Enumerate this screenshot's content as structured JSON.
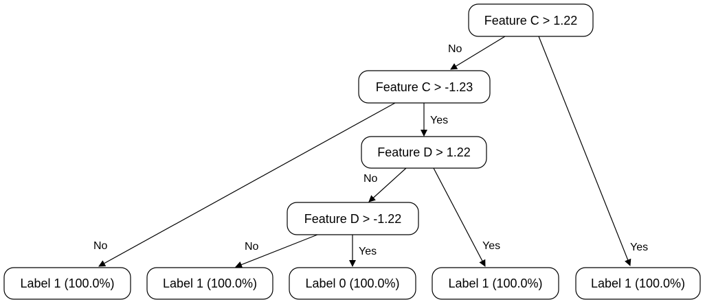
{
  "nodes": [
    {
      "id": "n0",
      "label": "Feature C > 1.22"
    },
    {
      "id": "n1",
      "label": "Feature C > -1.23"
    },
    {
      "id": "n2",
      "label": "Feature D > 1.22"
    },
    {
      "id": "n3",
      "label": "Feature D > -1.22"
    },
    {
      "id": "l1",
      "label": "Label 1 (100.0%)"
    },
    {
      "id": "l2",
      "label": "Label 1 (100.0%)"
    },
    {
      "id": "l3",
      "label": "Label 0 (100.0%)"
    },
    {
      "id": "l4",
      "label": "Label 1 (100.0%)"
    },
    {
      "id": "l5",
      "label": "Label 1 (100.0%)"
    }
  ],
  "edges": [
    {
      "from": "n0",
      "to": "n1",
      "label": "No"
    },
    {
      "from": "n0",
      "to": "l5",
      "label": "Yes"
    },
    {
      "from": "n1",
      "to": "l1",
      "label": "No"
    },
    {
      "from": "n1",
      "to": "n2",
      "label": "Yes"
    },
    {
      "from": "n2",
      "to": "n3",
      "label": "No"
    },
    {
      "from": "n2",
      "to": "l4",
      "label": "Yes"
    },
    {
      "from": "n3",
      "to": "l2",
      "label": "No"
    },
    {
      "from": "n3",
      "to": "l3",
      "label": "Yes"
    }
  ]
}
